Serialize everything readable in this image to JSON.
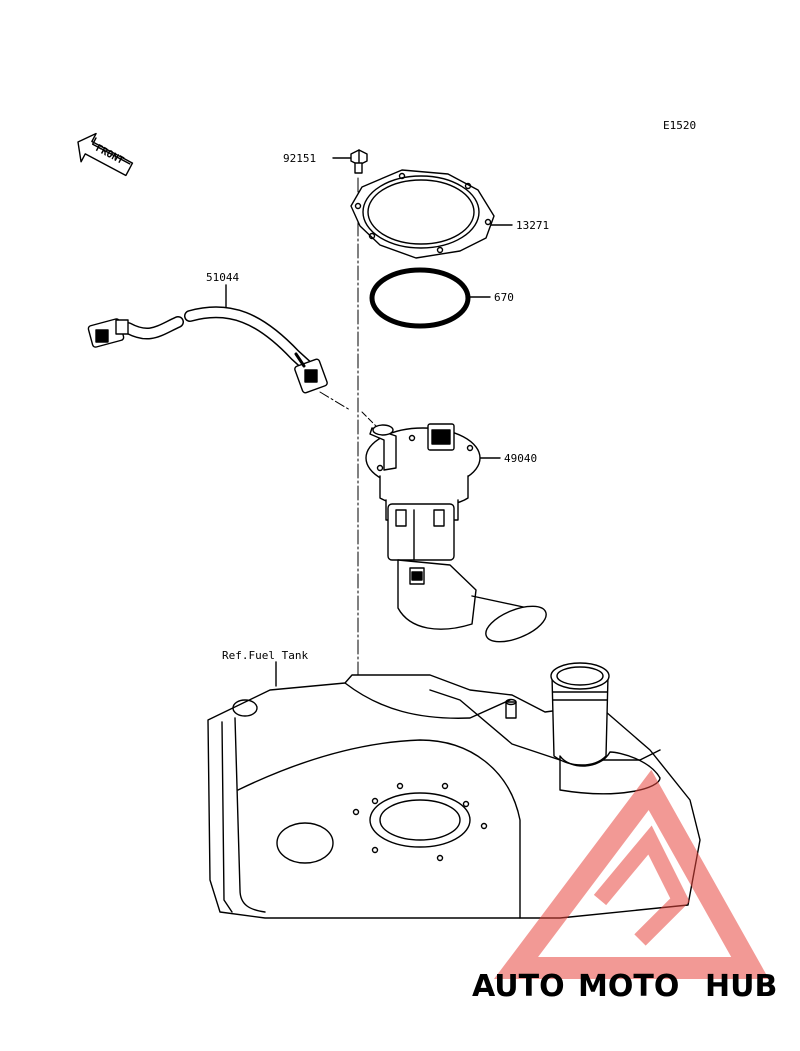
{
  "diagram_code": "E1520",
  "front_label": "FRONT",
  "parts": {
    "bolt": "92151",
    "gasket": "13271",
    "oring": "670",
    "hose": "51044",
    "pump": "49040"
  },
  "tank_ref": "Ref.Fuel Tank",
  "watermark": {
    "part_a": "AUTO",
    "part_b": "MOTO",
    "part_c": "HUB",
    "color_a": "#f6a623",
    "color_b": "#e8473f",
    "color_c": "#3d3d3d"
  }
}
